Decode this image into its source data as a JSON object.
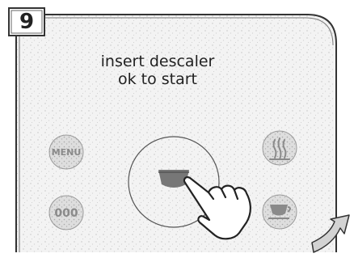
{
  "step": {
    "number": "9"
  },
  "display": {
    "line1": "insert descaler",
    "line2": "ok to start"
  },
  "buttons": {
    "menu_label": "MENU",
    "left_bottom_label": "000"
  },
  "colors": {
    "outline": "#333333",
    "panel": "#efefef",
    "button": "#d9d9d9",
    "button_symbol": "#8a8a8a",
    "hand_fill": "#ffffff",
    "text": "#222222"
  },
  "icons": {
    "center_button": "cup-icon",
    "right_top_button": "steam-icon",
    "right_bottom_button": "cup-icon",
    "pointer": "hand-pointer-icon",
    "next_step": "curved-arrow-icon"
  }
}
